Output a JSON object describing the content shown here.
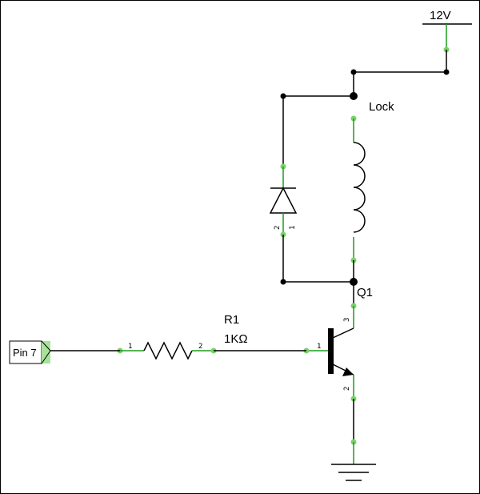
{
  "components": {
    "power": {
      "label": "12V"
    },
    "relay": {
      "label": "Lock"
    },
    "transistor": {
      "label": "Q1",
      "pin_base": "1",
      "pin_emitter": "2",
      "pin_collector": "3"
    },
    "resistor": {
      "ref": "R1",
      "value": "1KΩ",
      "pin1": "1",
      "pin2": "2"
    },
    "diode": {
      "pin_anode": "2",
      "pin_cathode": "1"
    },
    "input": {
      "label": "Pin 7"
    }
  },
  "colors": {
    "wire": "#000000",
    "connection_wire": "#1b9e1b",
    "pin_marker": "#7bd16b",
    "input_flag": "#a8e29a"
  }
}
